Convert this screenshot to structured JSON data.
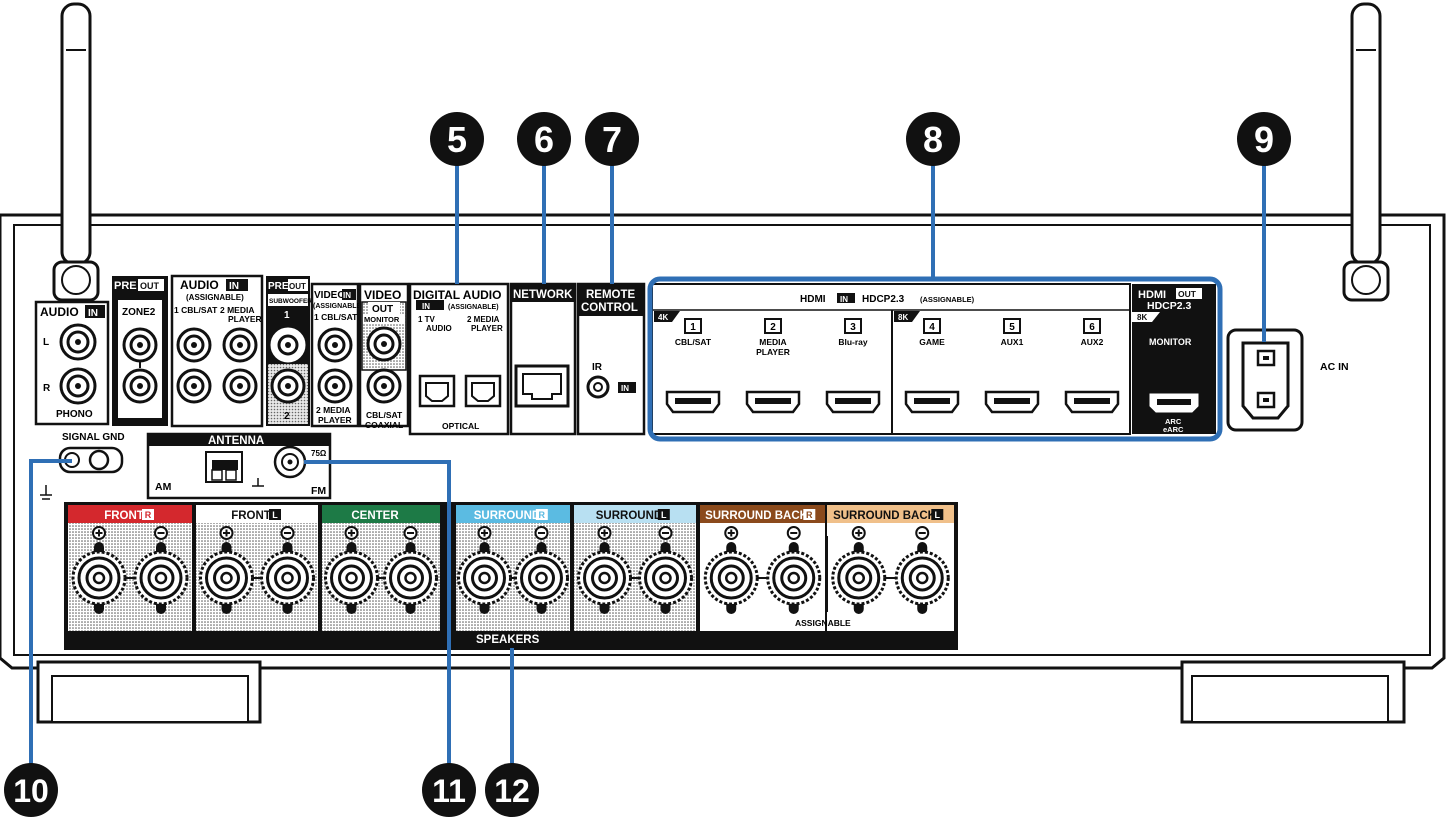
{
  "callouts": [
    "5",
    "6",
    "7",
    "8",
    "9",
    "10",
    "11",
    "12"
  ],
  "audio_in": {
    "title": "AUDIO",
    "in_badge": "IN",
    "l": "L",
    "r": "R",
    "phono": "PHONO"
  },
  "signal_gnd": "SIGNAL GND",
  "pre_out_zone2": {
    "pre": "PRE",
    "out": "OUT",
    "zone": "ZONE2"
  },
  "audio_in2": {
    "title": "AUDIO",
    "in_badge": "IN",
    "assignable": "(ASSIGNABLE)",
    "in1": "1 CBL/SAT",
    "in2": "2  MEDIA",
    "in2b": "PLAYER"
  },
  "pre_out_sub": {
    "pre": "PRE",
    "out": "OUT",
    "sub": "SUBWOOFER",
    "n1": "1",
    "n2": "2"
  },
  "video_in": {
    "title": "VIDEO",
    "in_badge": "IN",
    "assignable": "(ASSIGNABLE)",
    "in1": "1 CBL/SAT",
    "in2": "2 MEDIA",
    "in2b": "PLAYER"
  },
  "video_out": {
    "title": "VIDEO",
    "out": "OUT",
    "monitor": "MONITOR",
    "coax": "CBL/SAT",
    "coax2": "COAXIAL"
  },
  "digital_audio": {
    "title": "DIGITAL AUDIO",
    "in_badge": "IN",
    "assignable": "(ASSIGNABLE)",
    "n1": "1   TV",
    "n1b": "AUDIO",
    "n2": "2 MEDIA",
    "n2b": "PLAYER",
    "optical": "OPTICAL"
  },
  "network": "NETWORK",
  "remote": {
    "l1": "REMOTE",
    "l2": "CONTROL",
    "ir": "IR",
    "in_badge": "IN"
  },
  "hdmi": {
    "title": "HDMI",
    "in_badge": "IN",
    "hdcp": "HDCP2.3",
    "assignable": "(ASSIGNABLE)",
    "badge4k": "4K",
    "badge8k": "8K",
    "inputs": [
      {
        "num": "1",
        "label": "CBL/SAT",
        "label2": ""
      },
      {
        "num": "2",
        "label": "MEDIA",
        "label2": "PLAYER"
      },
      {
        "num": "3",
        "label": "Blu-ray",
        "label2": ""
      },
      {
        "num": "4",
        "label": "GAME",
        "label2": ""
      },
      {
        "num": "5",
        "label": "AUX1",
        "label2": ""
      },
      {
        "num": "6",
        "label": "AUX2",
        "label2": ""
      }
    ],
    "out_title": "HDMI",
    "out_badge": "OUT",
    "out_hdcp": "HDCP2.3",
    "out_8k": "8K",
    "monitor": "MONITOR",
    "arc": "ARC",
    "earc": "eARC"
  },
  "ac_in": "AC IN",
  "antenna": {
    "title": "ANTENNA",
    "am": "AM",
    "fm": "FM",
    "ohm": "75Ω"
  },
  "speakers": {
    "groups": [
      {
        "label": "FRONT",
        "ch": "R",
        "color": "#d4282d"
      },
      {
        "label": "FRONT",
        "ch": "L",
        "color": "#ffffff"
      },
      {
        "label": "CENTER",
        "ch": "",
        "color": "#1d7a46"
      },
      {
        "label": "SURROUND",
        "ch": "R",
        "color": "#5bbbe2"
      },
      {
        "label": "SURROUND",
        "ch": "L",
        "color": "#b8e0f2"
      },
      {
        "label": "SURROUND BACK",
        "ch": "R",
        "color": "#8b4a1c"
      },
      {
        "label": "SURROUND BACK",
        "ch": "L",
        "color": "#f0c08a"
      }
    ],
    "assignable": "ASSIGNABLE",
    "footer": "SPEAKERS"
  },
  "colors": {
    "callout_line": "#2f6fb5",
    "panel_border": "#1a1a1a"
  }
}
